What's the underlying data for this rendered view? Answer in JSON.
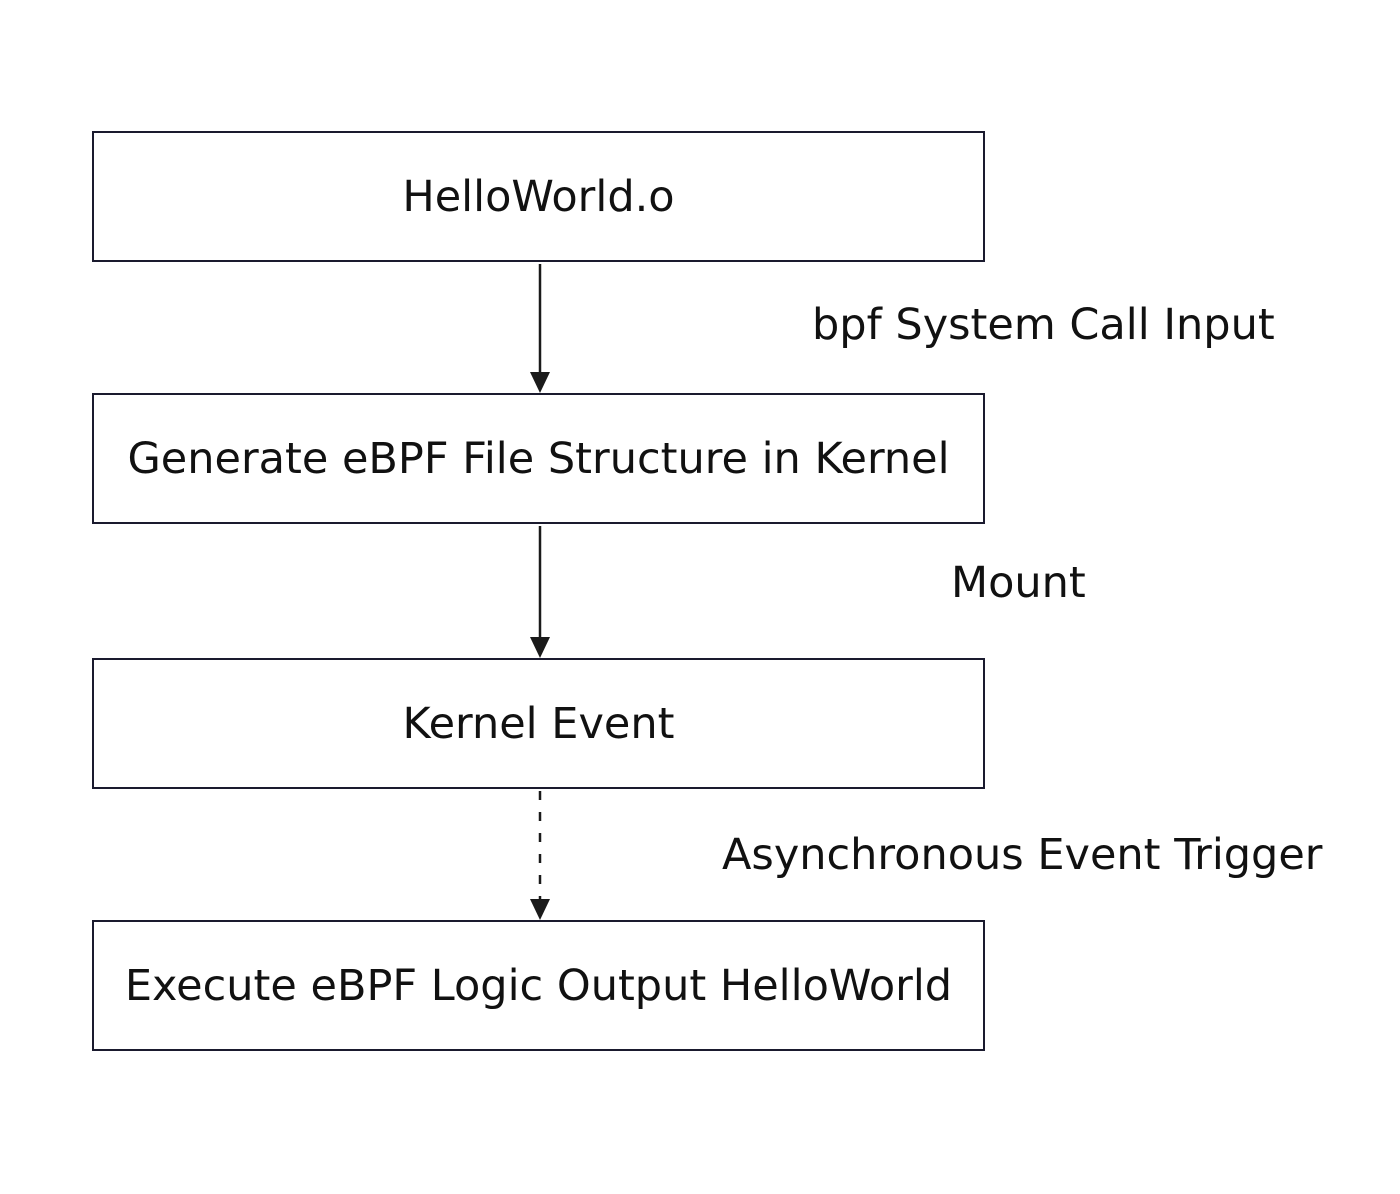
{
  "diagram": {
    "nodes": [
      {
        "id": "n1",
        "label": "HelloWorld.o"
      },
      {
        "id": "n2",
        "label": "Generate eBPF File Structure in Kernel"
      },
      {
        "id": "n3",
        "label": "Kernel Event"
      },
      {
        "id": "n4",
        "label": "Execute eBPF Logic Output HelloWorld"
      }
    ],
    "edges": [
      {
        "from": "n1",
        "to": "n2",
        "label": "bpf System Call Input",
        "style": "solid"
      },
      {
        "from": "n2",
        "to": "n3",
        "label": "Mount",
        "style": "solid"
      },
      {
        "from": "n3",
        "to": "n4",
        "label": "Asynchronous Event Trigger",
        "style": "dotted"
      }
    ],
    "colors": {
      "box_border": "#1a1a2e",
      "arrow": "#1a1a1a",
      "text": "#111111"
    }
  }
}
